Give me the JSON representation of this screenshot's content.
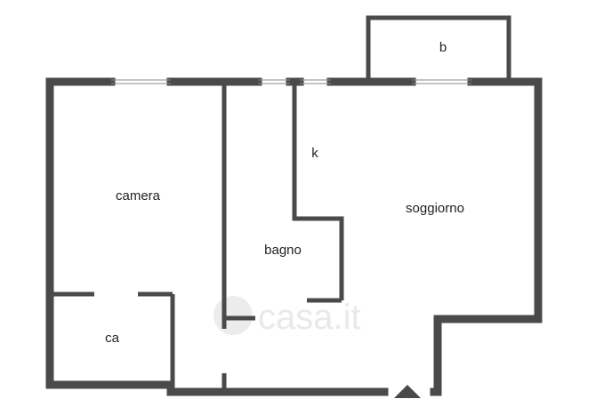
{
  "rooms": {
    "camera": "camera",
    "soggiorno": "soggiorno",
    "bagno": "bagno",
    "kitchen": "k",
    "closet": "ca",
    "balcony": "b"
  },
  "watermark": "casa.it",
  "colors": {
    "wall": "#4a4a4a",
    "window": "#8a8a8a",
    "watermark": "#e9e9e9"
  }
}
